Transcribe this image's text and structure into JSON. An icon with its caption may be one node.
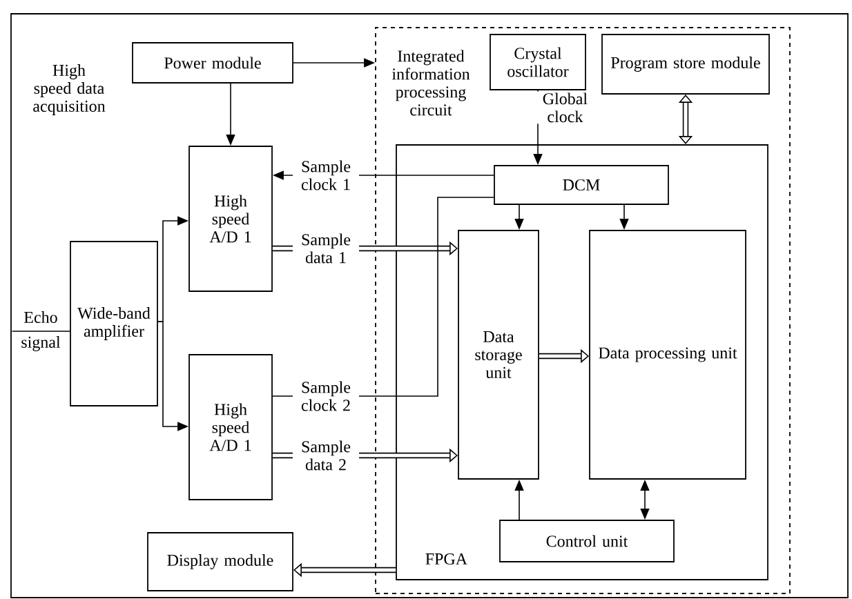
{
  "diagram": {
    "nodes": [
      {
        "text": [
          "High speed data acquisition"
        ]
      },
      {
        "text": [
          "Power module"
        ],
        "in": 0
      },
      {
        "text": [
          "Integrated information processing circuit"
        ],
        "in": 0
      },
      {
        "text": [
          "Crystal oscillator"
        ],
        "in": 2
      },
      {
        "text": [
          "Program store module"
        ],
        "in": 2
      },
      {
        "text": [
          "FPGA"
        ],
        "in": 2
      },
      {
        "text": [
          "DCM"
        ],
        "in": 5
      },
      {
        "text": [
          "Data storage unit"
        ],
        "in": 5
      },
      {
        "text": [
          "Data processing unit"
        ],
        "in": 5
      },
      {
        "text": [
          "Control unit"
        ],
        "in": 5
      },
      {
        "text": [
          "High speed A/D 1"
        ],
        "in": 0
      },
      {
        "text": [
          "Echo signal"
        ],
        "in": 0
      },
      {
        "text": [
          "Wide-band amplifier"
        ],
        "in": 0
      },
      {
        "text": [
          "High speed A/D 1"
        ],
        "in": 0
      },
      {
        "text": [
          "Display module"
        ],
        "in": 0
      }
    ],
    "edges": [
      {
        "from": 1,
        "to": 2,
        "arrow": "to"
      },
      {
        "from": 1,
        "to": 10,
        "arrow": "to"
      },
      {
        "from": 3,
        "to": 6,
        "arrow": "to",
        "label": "Global clock"
      },
      {
        "from": 4,
        "to": 5,
        "arrow": "both",
        "style": "thick"
      },
      {
        "from": 6,
        "to": 10,
        "arrow": "to",
        "label": "Sample clock 1"
      },
      {
        "from": 10,
        "to": 7,
        "arrow": "to",
        "style": "thick",
        "label": "Sample data 1"
      },
      {
        "from": 6,
        "to": 13,
        "arrow": "none",
        "label": "Sample clock 2"
      },
      {
        "from": 13,
        "to": 7,
        "arrow": "to",
        "style": "thick",
        "label": "Sample data 2"
      },
      {
        "from": 6,
        "to": 7,
        "arrow": "to"
      },
      {
        "from": 6,
        "to": 8,
        "arrow": "to"
      },
      {
        "from": 7,
        "to": 8,
        "arrow": "to",
        "style": "thick"
      },
      {
        "from": 9,
        "to": 7,
        "arrow": "to"
      },
      {
        "from": 9,
        "to": 8,
        "arrow": "both"
      },
      {
        "from": 5,
        "to": 14,
        "arrow": "to",
        "style": "thick"
      },
      {
        "from": 11,
        "to": 12,
        "arrow": "none"
      },
      {
        "from": 12,
        "to": 10,
        "arrow": "to"
      },
      {
        "from": 12,
        "to": 13,
        "arrow": "to"
      }
    ]
  }
}
